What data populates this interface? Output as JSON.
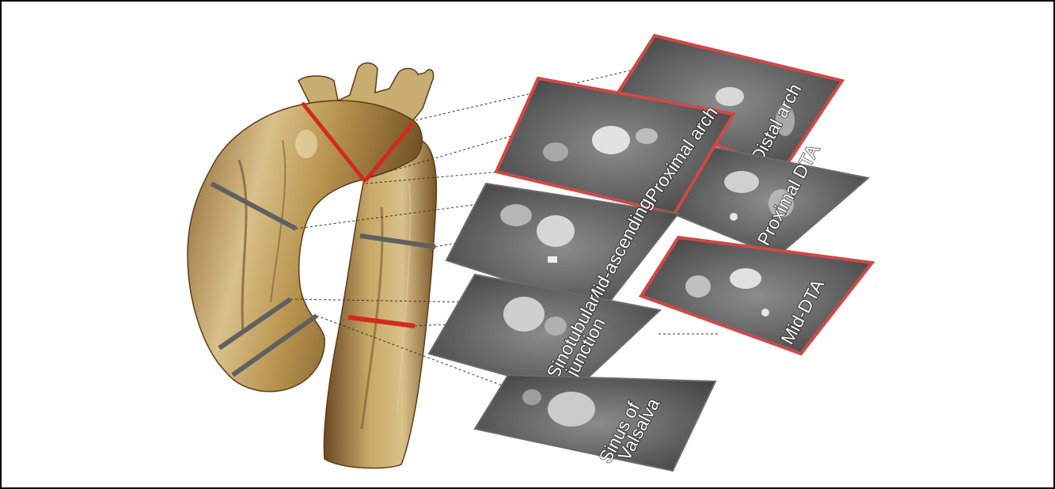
{
  "figure": {
    "border_color": "#000000",
    "background": "#ffffff",
    "aorta_colors": {
      "light": "#d9c08a",
      "mid": "#b8944f",
      "dark": "#6b4a22"
    },
    "marker_colors": {
      "highlight": "#d42a1e",
      "normal": "#5f6060"
    },
    "slice_frame_colors": {
      "highlight": "#d04848",
      "normal": "#6a6a6a"
    },
    "slices": [
      {
        "id": "distal-arch",
        "label": "Distal arch",
        "highlighted": true
      },
      {
        "id": "proximal-dta",
        "label": "Proximal DTA",
        "highlighted": false
      },
      {
        "id": "mid-dta",
        "label": "Mid-DTA",
        "highlighted": true
      },
      {
        "id": "proximal-arch",
        "label": "Proximal arch",
        "highlighted": true
      },
      {
        "id": "mid-ascending",
        "label": "Mid-ascending",
        "highlighted": false
      },
      {
        "id": "sinotubular-junction",
        "label": "Sinotubular junction",
        "label_lines": [
          "Sinotubular",
          "junction"
        ],
        "highlighted": false
      },
      {
        "id": "sinus-of-valsalva",
        "label": "Sinus of Valsalva",
        "label_lines": [
          "Sinus of",
          "Valsalva"
        ],
        "highlighted": false
      }
    ]
  }
}
